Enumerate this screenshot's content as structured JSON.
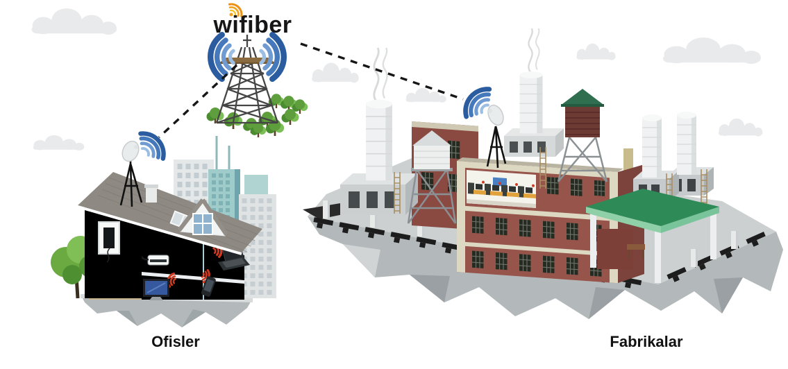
{
  "logo": {
    "text": "wifiber",
    "icon": "orange-wifi-waves-icon"
  },
  "captions": {
    "offices": "Ofisler",
    "factories": "Fabrikalar"
  },
  "network": {
    "hub": "wifiber radio tower",
    "links": [
      {
        "from": "tower",
        "to": "offices",
        "type": "wireless",
        "style": "dashed"
      },
      {
        "from": "tower",
        "to": "factories",
        "type": "wireless",
        "style": "dashed"
      }
    ]
  },
  "colors": {
    "logo_text": "#161616",
    "logo_icon_orange": "#F2A31D",
    "signal_blue_1": "#9DBEE3",
    "signal_blue_2": "#6F9BD2",
    "signal_blue_3": "#4678BC",
    "signal_blue_4": "#2B5CA0",
    "signal_red": "#D03A20",
    "link_dash": "#161616",
    "tower_steel": "#454545",
    "tower_platform_brown": "#8A6A3F",
    "tree_green": "#5E9E3C",
    "house_wall": "#F4F6F6",
    "house_interior": "#C5DAE6",
    "roof_gray": "#8E8982",
    "brick_red": "#96544B",
    "trim_cream": "#DDD8C2",
    "water_tank_red": "#6E3A34",
    "tank_roof_green": "#2F6E4F",
    "canopy_green": "#2E8A57",
    "silo_white": "#EFF1F2",
    "platform_gray": "#CCD0D1",
    "rock_gray": "#B3B8BA",
    "cloud_gray": "#E9EAEB",
    "caption_color": "#111111"
  }
}
